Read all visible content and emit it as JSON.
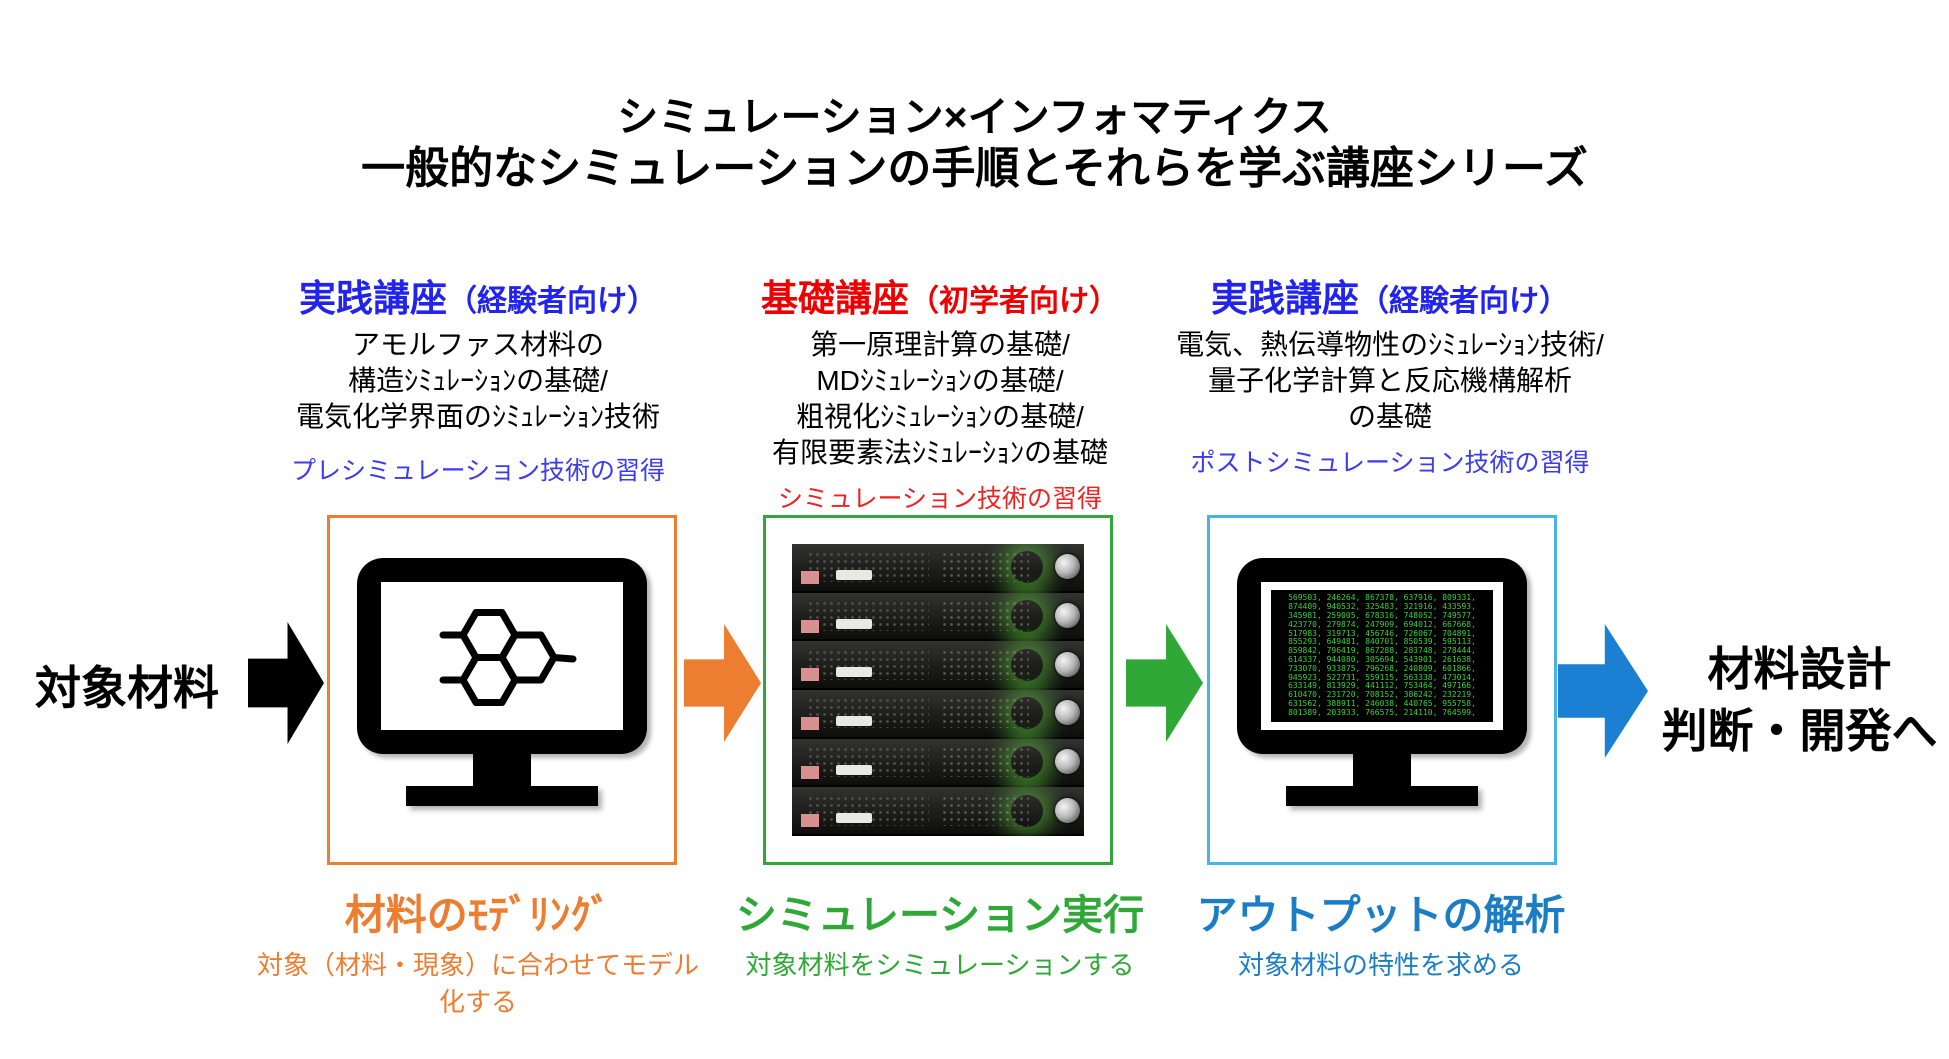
{
  "title": {
    "line1": "シミュレーション×インフォマティクス",
    "line2": "一般的なシミュレーションの手順とそれらを学ぶ講座シリーズ"
  },
  "columns": [
    {
      "header_main": "実践講座",
      "header_paren": "（経験者向け）",
      "header_color": "#2323ee",
      "body_lines_text": "アモルファス材料の\n構造ｼﾐｭﾚｰｼｮﾝの基礎/\n電気化学界面のｼﾐｭﾚｰｼｮﾝ技術",
      "subtitle": "プレシミュレーション技術の習得",
      "subtitle_color": "#3b3bf0",
      "box_border_color": "#ed7d31",
      "bottom_title": "材料のﾓﾃﾞﾘﾝｸﾞ",
      "bottom_subtitle": "対象（材料・現象）に合わせてモデル化する",
      "bottom_color": "#ed7d31"
    },
    {
      "header_main": "基礎講座",
      "header_paren": "（初学者向け）",
      "header_color": "#ee0000",
      "body_lines_text": "第一原理計算の基礎/\nMDｼﾐｭﾚｰｼｮﾝの基礎/\n粗視化ｼﾐｭﾚｰｼｮﾝの基礎/\n有限要素法ｼﾐｭﾚｰｼｮﾝの基礎",
      "subtitle": "シミュレーション技術の習得",
      "subtitle_color": "#ee2222",
      "box_border_color": "#2fa838",
      "bottom_title": "シミュレーション実行",
      "bottom_subtitle": "対象材料をシミュレーションする",
      "bottom_color": "#2fa838"
    },
    {
      "header_main": "実践講座",
      "header_paren": "（経験者向け）",
      "header_color": "#2323ee",
      "body_lines_text": "電気、熱伝導物性のｼﾐｭﾚｰｼｮﾝ技術/\n量子化学計算と反応機構解析\nの基礎",
      "subtitle": "ポストシミュレーション技術の習得",
      "subtitle_color": "#3b3bf0",
      "box_border_color": "#45b5e8",
      "bottom_title": "アウトプットの解析",
      "bottom_subtitle": "対象材料の特性を求める",
      "bottom_color": "#1b7ec4"
    }
  ],
  "flow": {
    "input_label": "対象材料",
    "output_line1": "材料設計",
    "output_line2": "判断・開発へ",
    "arrow_input_color": "#000000",
    "arrow_modeling_color": "#ed7d31",
    "arrow_simulation_color": "#2fa838",
    "arrow_output_color": "#1b7fd4"
  },
  "terminal": {
    "text": "569503, 246264, 867378, 637916, 809331,\n874409, 940532, 325483, 321916, 433593,\n345981, 259005, 678316, 748052, 749577,\n423770, 279874, 247909, 694012, 667668,\n517983, 319713, 456746, 726067, 704891,\n855293, 649481, 840701, 850539, 595113,\n859842, 796419, 867288, 283748, 278444,\n614337, 944080, 305694, 543901, 261638,\n733070, 933875, 796268, 240809, 601866,\n945923, 522731, 559115, 563338, 473014,\n633149, 813929, 441112, 753464, 497166,\n610470, 231720, 708152, 386242, 232219,\n631562, 388911, 246038, 440765, 955758,\n801389, 203933, 766575, 214110, 764599,"
  }
}
